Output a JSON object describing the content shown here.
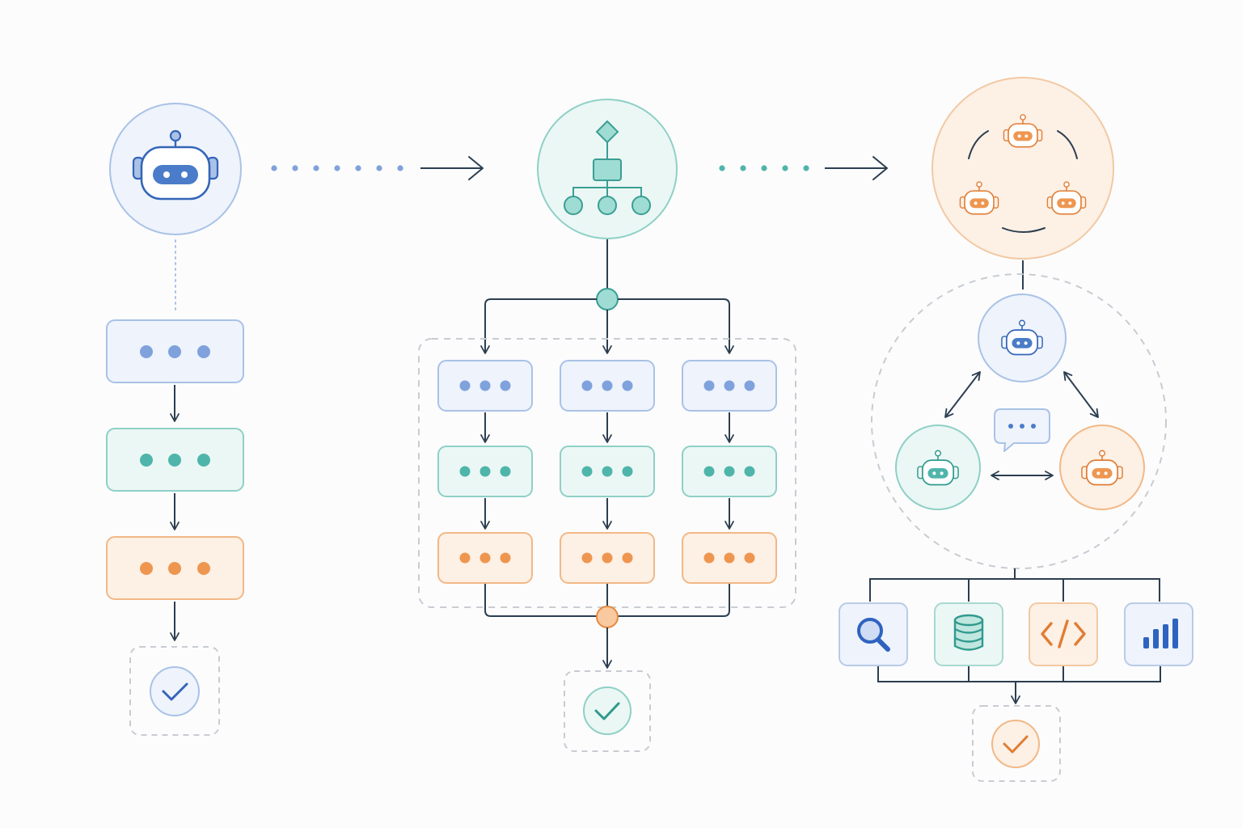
{
  "colors": {
    "blue": "#4a7cc9",
    "blue_fill": "#eef3fc",
    "blue_stroke": "#a9c2e6",
    "teal": "#4fb5aa",
    "teal_fill": "#ebf7f5",
    "teal_stroke": "#8fd0c6",
    "orange": "#ee9650",
    "orange_fill": "#fdf0e5",
    "orange_stroke": "#f2b886",
    "line": "#2c3e50",
    "dashed": "#c8ccd2",
    "background": "#fcfcfd"
  },
  "stages": [
    {
      "id": "single-agent",
      "hub_icon": "robot-icon",
      "steps": [
        "blue",
        "teal",
        "orange"
      ],
      "result_icon": "check-icon"
    },
    {
      "id": "workflow",
      "hub_icon": "hierarchy-icon",
      "branches": 3,
      "steps": [
        "blue",
        "teal",
        "orange"
      ],
      "result_icon": "check-icon"
    },
    {
      "id": "multi-agent",
      "hub_icon": "robot-team-icon",
      "agents": [
        "blue",
        "teal",
        "orange"
      ],
      "message_icon": "chat-bubble-icon",
      "tools": [
        "search-icon",
        "database-icon",
        "code-icon",
        "bar-chart-icon"
      ],
      "result_icon": "check-icon"
    }
  ]
}
